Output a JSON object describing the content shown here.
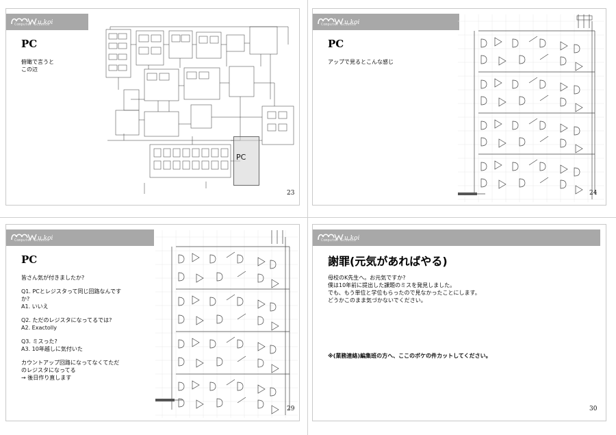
{
  "logo": {
    "subtitle": "Computer Science"
  },
  "slides": [
    {
      "title": "PC",
      "lines": [
        "俯瞰で言うと",
        "この辺"
      ],
      "figure_label": "PC",
      "page": "23"
    },
    {
      "title": "PC",
      "lines": [
        "アップで見るとこんな感じ"
      ],
      "page": "24"
    },
    {
      "title": "PC",
      "lines": [
        "皆さん気が付きましたか?",
        "Q1. PCとレジスタって同じ回路なんです",
        "か?",
        "A1. いいえ",
        "Q2. ただのレジスタになってるでは?",
        "A2. Exactolly",
        "Q3. ミスった?",
        "A3. 10年越しに気付いた",
        "カウントアップ回路になってなくてただ",
        "のレジスタになってる",
        "→ 後日作り直します"
      ],
      "page": "29"
    },
    {
      "title": "謝罪(元気があればやる)",
      "lines": [
        "母校のK先生へ。お元気ですか?",
        "僕は10年前に提出した課題のミスを発見しました。",
        "でも、もう単位と学位もらったので見なかったことにします。",
        "どうかこのまま気づかないでください。"
      ],
      "note": "※(業務連絡)編集班の方へ、ここのボケの件カットしてください。",
      "page": "30"
    }
  ]
}
